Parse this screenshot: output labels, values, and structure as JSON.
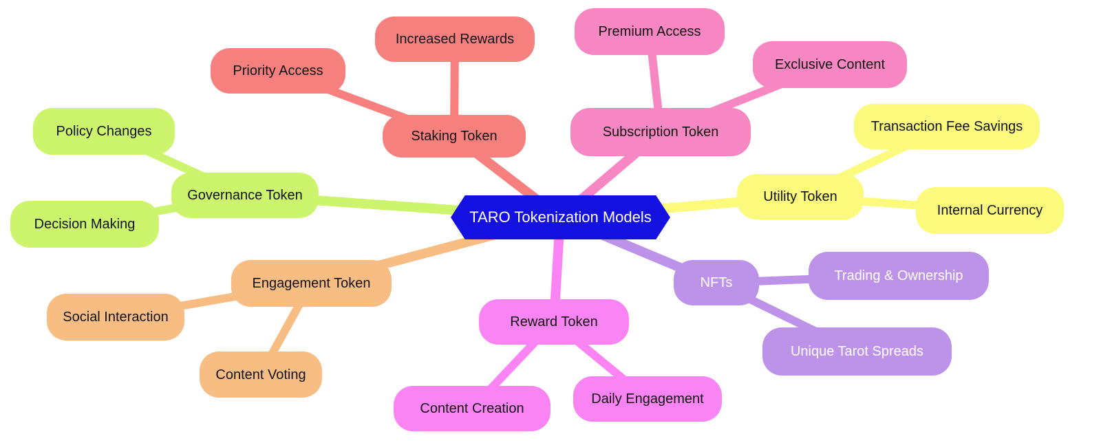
{
  "page": {
    "background": "#ffffff",
    "default_text_color": "#111111"
  },
  "diagram": {
    "type": "mindmap",
    "root": {
      "label": "TARO Tokenization Models",
      "shape": "hexagon",
      "color": "#1310e0",
      "text_color": "#ffffff"
    },
    "branches": [
      {
        "label": "Staking Token",
        "color": "#f5807e",
        "text_color": "#111111",
        "children": [
          {
            "label": "Increased Rewards"
          },
          {
            "label": "Priority Access"
          }
        ]
      },
      {
        "label": "Subscription Token",
        "color": "#f787c3",
        "text_color": "#111111",
        "children": [
          {
            "label": "Premium Access"
          },
          {
            "label": "Exclusive Content"
          }
        ]
      },
      {
        "label": "Utility Token",
        "color": "#fbfa7d",
        "text_color": "#111111",
        "children": [
          {
            "label": "Transaction Fee Savings"
          },
          {
            "label": "Internal Currency"
          }
        ]
      },
      {
        "label": "Governance Token",
        "color": "#ccf46d",
        "text_color": "#111111",
        "children": [
          {
            "label": "Policy Changes"
          },
          {
            "label": "Decision Making"
          }
        ]
      },
      {
        "label": "Engagement Token",
        "color": "#f8bd83",
        "text_color": "#111111",
        "children": [
          {
            "label": "Social Interaction"
          },
          {
            "label": "Content Voting"
          }
        ]
      },
      {
        "label": "Reward Token",
        "color": "#fa84f3",
        "text_color": "#111111",
        "children": [
          {
            "label": "Content Creation"
          },
          {
            "label": "Daily Engagement"
          }
        ]
      },
      {
        "label": "NFTs",
        "color": "#bd93ea",
        "text_color": "#ffffff",
        "children": [
          {
            "label": "Trading & Ownership"
          },
          {
            "label": "Unique Tarot Spreads"
          }
        ]
      }
    ]
  }
}
